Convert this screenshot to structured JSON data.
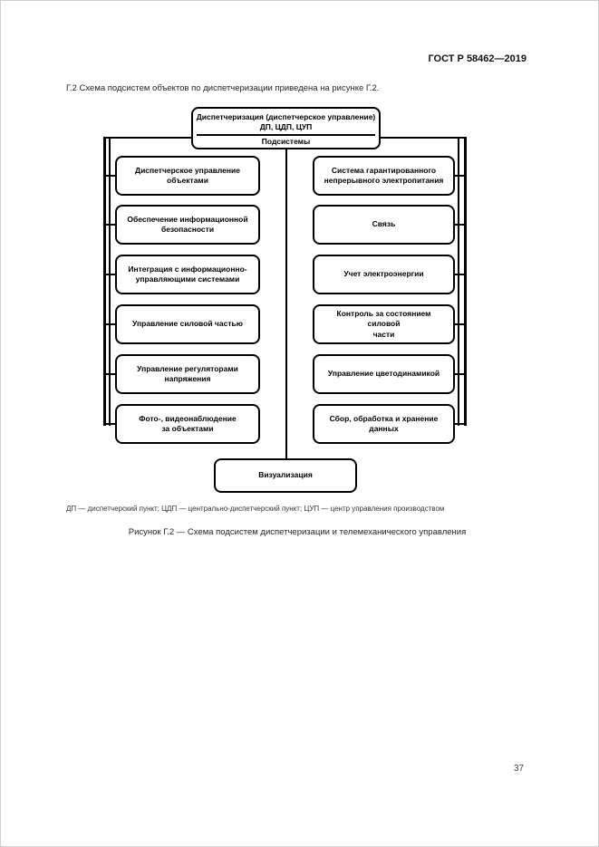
{
  "page": {
    "header": "ГОСТ Р 58462—2019",
    "intro": "Г.2 Схема подсистем объектов по диспетчеризации приведена на рисунке Г.2.",
    "footnote": "ДП — диспетчерский пункт; ЦДП — центрально-диспетчерский пункт; ЦУП — центр управления производством",
    "caption": "Рисунок Г.2 — Схема подсистем диспетчеризации и телемеханического управления",
    "page_number": "37"
  },
  "diagram": {
    "root": {
      "line1": "Диспетчеризация (диспетчерское управление)",
      "line2": "ДП, ЦДП, ЦУП",
      "line3": "Подсистемы"
    },
    "left_column": [
      "Диспетчерское управление\nобъектами",
      "Обеспечение информационной\nбезопасности",
      "Интеграция с информационно-\nуправляющими системами",
      "Управление силовой частью",
      "Управление регуляторами\nнапряжения",
      "Фото-, видеонаблюдение\nза объектами"
    ],
    "right_column": [
      "Система гарантированного\nнепрерывного электропитания",
      "Связь",
      "Учет электроэнергии",
      "Контроль за состоянием силовой\nчасти",
      "Управление цветодинамикой",
      "Сбор, обработка и хранение\nданных"
    ],
    "bottom": "Визуализация"
  }
}
